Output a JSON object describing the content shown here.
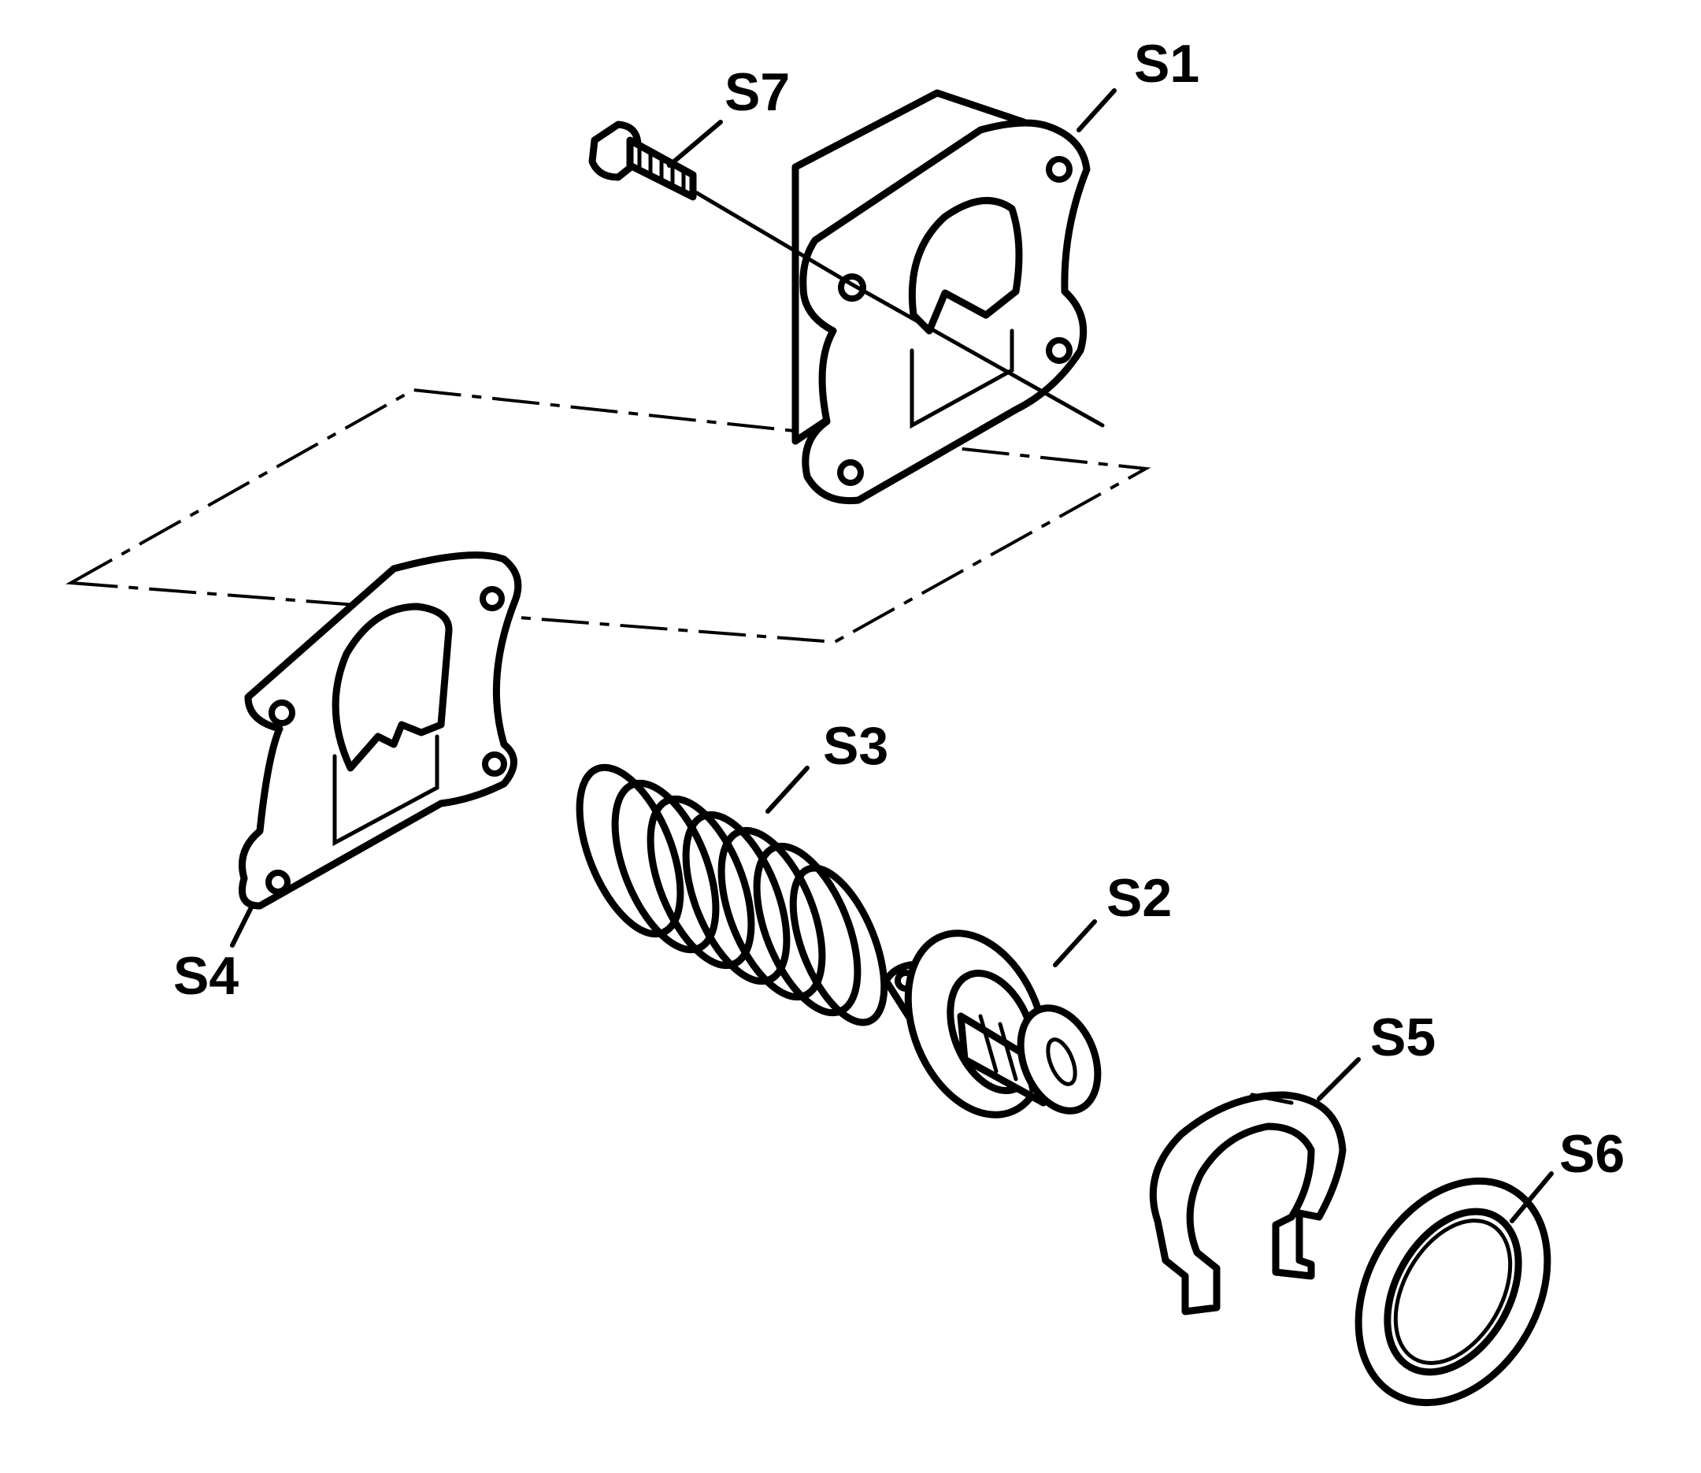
{
  "labels": {
    "s1": "S1",
    "s2": "S2",
    "s3": "S3",
    "s4": "S4",
    "s5": "S5",
    "s6": "S6",
    "s7": "S7"
  },
  "colors": {
    "line": "#000000",
    "background": "#ffffff"
  }
}
